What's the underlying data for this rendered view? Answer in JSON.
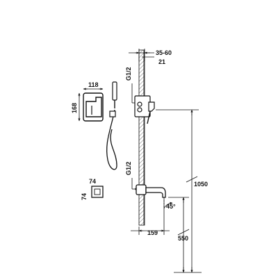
{
  "colors": {
    "line": "#111111",
    "background": "#ffffff",
    "wall": "#8a8a8a"
  },
  "labels": {
    "wall_depth": "35-60",
    "front_offset": "21",
    "upper_thread": "G1/2",
    "lower_thread": "G1/2",
    "plate_width": "118",
    "plate_height": "168",
    "outlet_width": "74",
    "outlet_height": "74",
    "valve_height": "1050",
    "spout_angle": "45°",
    "spout_projection": "159",
    "spout_height": "550"
  }
}
